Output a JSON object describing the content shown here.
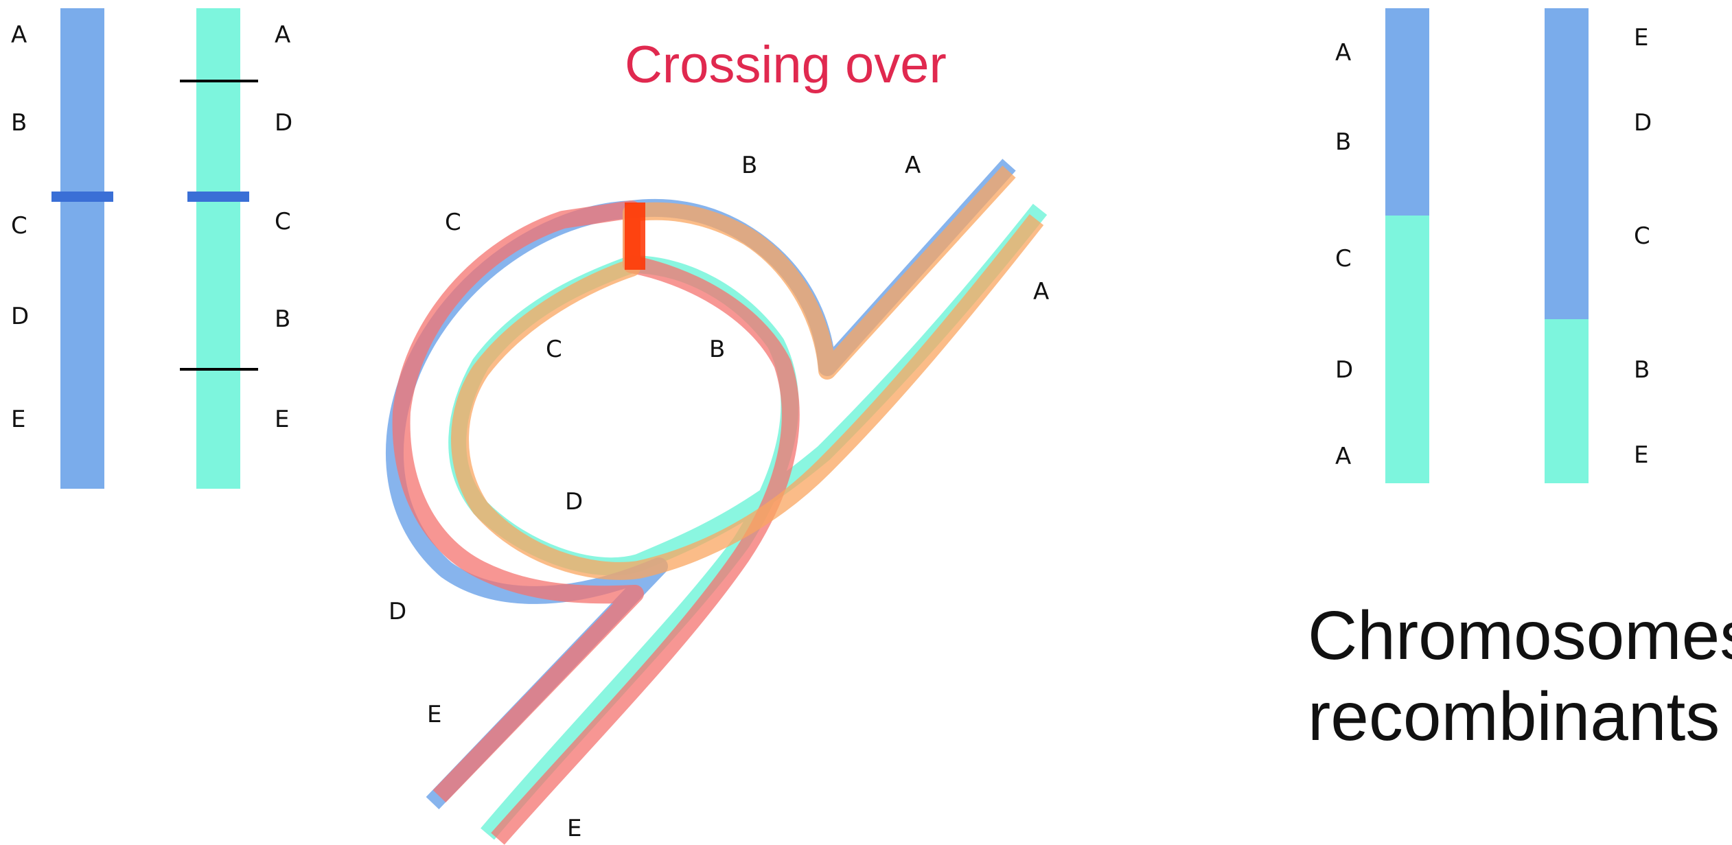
{
  "colors": {
    "blue": "#7aaceb",
    "turquoise": "#7df5dd",
    "blue_band": "#3a6fd6",
    "red_strand": "#f4736f",
    "orange_strand": "#f9a660",
    "cross_point": "#ff3300",
    "title": "#e0294f"
  },
  "left_panel": {
    "chromosome_1_labels": [
      "A",
      "B",
      "C",
      "D",
      "E"
    ],
    "chromosome_2_labels": [
      "A",
      "D",
      "C",
      "B",
      "E"
    ]
  },
  "center_panel": {
    "title": "Crossing over",
    "outer_labels": [
      "C",
      "B",
      "A",
      "A",
      "D",
      "E",
      "E"
    ],
    "inner_labels": [
      "C",
      "B",
      "D"
    ]
  },
  "right_panel": {
    "chromosome_1_labels": [
      "A",
      "B",
      "C",
      "D",
      "A"
    ],
    "chromosome_2_labels": [
      "E",
      "D",
      "C",
      "B",
      "E"
    ],
    "caption_line1": "Chromosomes",
    "caption_line2": "recombinants"
  }
}
